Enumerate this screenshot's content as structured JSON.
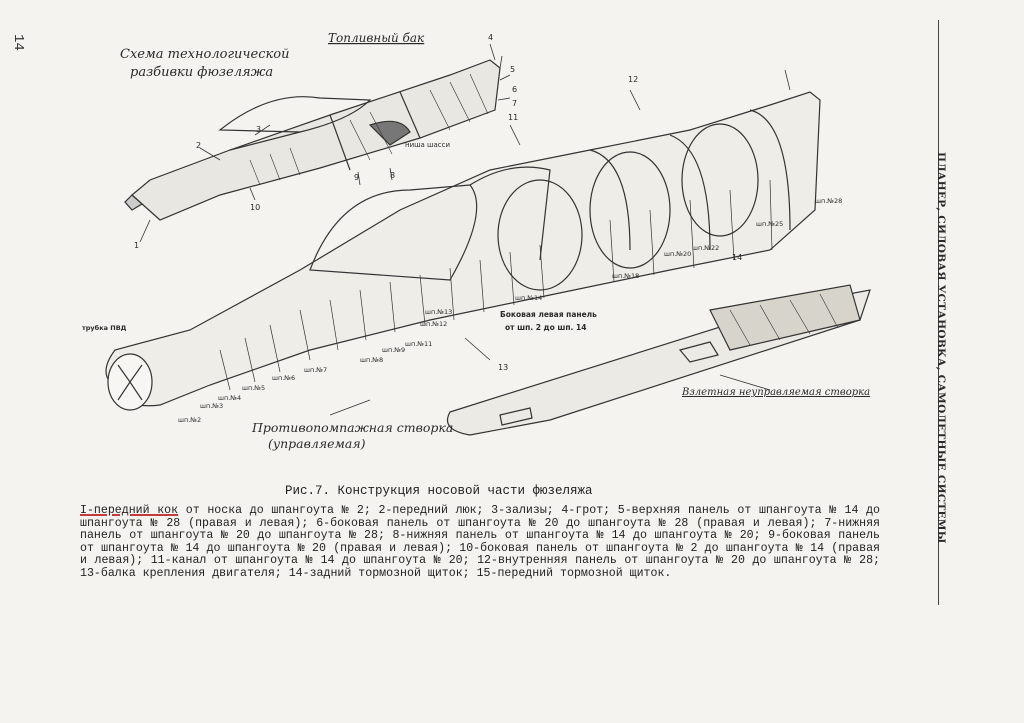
{
  "page": {
    "number": "14"
  },
  "side_header": "ПЛАНЕР, СИЛОВАЯ УСТАНОВКА, САМОЛЕТНЫЕ СИСТЕМЫ",
  "diagram": {
    "scheme_title_line1": "Схема технологической",
    "scheme_title_line2": "разбивки фюзеляжа",
    "fuel_tank": "Топливный бак",
    "shells": "ниша шасси",
    "side_panel_line1": "Боковая левая панель",
    "side_panel_line2": "от шп. 2 до шп. 14",
    "fire_door_line1": "Противопомпажная створка",
    "fire_door_line2": "(управляемая)",
    "takeoff_door": "Взлетная неуправляемая створка",
    "pvd": "трубка ПВД",
    "numbers": [
      "1",
      "2",
      "3",
      "4",
      "5",
      "6",
      "7",
      "8",
      "9",
      "10",
      "11",
      "12",
      "13",
      "14"
    ],
    "frames": [
      "шп.№2",
      "шп.№3",
      "шп.№4",
      "шп.№5",
      "шп.№6",
      "шп.№7",
      "шп.№8",
      "шп.№9",
      "шп.№11",
      "шп.№12",
      "шп.№13",
      "шп.№14",
      "шп.№18",
      "шп.№20",
      "шп.№22",
      "шп.№25",
      "шп.№28"
    ]
  },
  "caption": "Рис.7. Конструкция носовой части фюзеляжа",
  "legend": {
    "highlight": "I-передний кок",
    "rest": " от носка до шпангоута № 2; 2-передний люк; 3-зализы; 4-грот; 5-верхняя панель от шпангоута № 14 до шпангоута № 28 (правая и левая); 6-боковая панель от шпангоута № 20 до шпангоута № 28 (правая и левая); 7-нижняя панель от шпангоута № 20 до шпангоута № 28; 8-нижняя панель от шпангоута № 14 до шпангоута № 20; 9-боковая панель от шпангоута № 14 до шпангоута № 20 (правая и левая); 10-боковая панель от шпангоута № 2 до шпангоута № 14 (правая и левая); 11-канал от шпангоута № 14 до шпангоута № 20; 12-внутренняя панель от шпангоута № 20 до шпангоута № 28; 13-балка крепления двигателя; 14-задний тормозной щиток; 15-передний тормозной щиток."
  }
}
